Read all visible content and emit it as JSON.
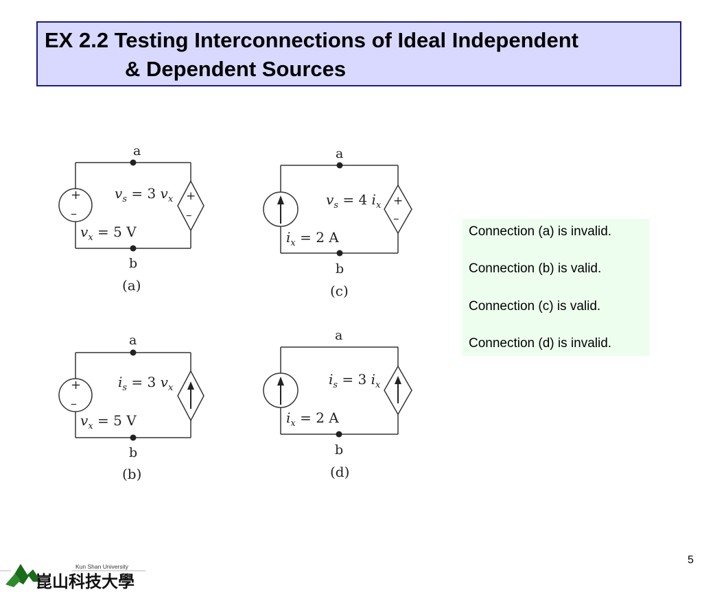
{
  "title": {
    "line1": "EX 2.2 Testing Interconnections of Ideal Independent",
    "line2": "& Dependent Sources"
  },
  "circuits": {
    "a": {
      "node_top": "a",
      "node_bottom": "b",
      "caption": "(a)",
      "src_var": "v",
      "src_sub": "s",
      "src_eq": " = 3 ",
      "src_ctrl": "v",
      "src_ctrl_sub": "x",
      "ind_var": "v",
      "ind_sub": "x",
      "ind_eq": " = 5 V"
    },
    "b": {
      "node_top": "a",
      "node_bottom": "b",
      "caption": "(b)",
      "src_var": "i",
      "src_sub": "s",
      "src_eq": " = 3 ",
      "src_ctrl": "v",
      "src_ctrl_sub": "x",
      "ind_var": "v",
      "ind_sub": "x",
      "ind_eq": " = 5 V"
    },
    "c": {
      "node_top": "a",
      "node_bottom": "b",
      "caption": "(c)",
      "src_var": "v",
      "src_sub": "s",
      "src_eq": " = 4 ",
      "src_ctrl": "i",
      "src_ctrl_sub": "x",
      "ind_var": "i",
      "ind_sub": "x",
      "ind_eq": " = 2 A"
    },
    "d": {
      "node_top": "a",
      "node_bottom": "b",
      "caption": "(d)",
      "src_var": "i",
      "src_sub": "s",
      "src_eq": " = 3 ",
      "src_ctrl": "i",
      "src_ctrl_sub": "x",
      "ind_var": "i",
      "ind_sub": "x",
      "ind_eq": " = 2 A"
    }
  },
  "results": [
    "Connection (a) is invalid.",
    "Connection (b) is valid.",
    "Connection (c) is valid.",
    "Connection (d) is invalid."
  ],
  "page_number": "5",
  "logo": {
    "english": "Kun Shan University",
    "chinese": "崑山科技大學"
  },
  "colors": {
    "title_bg": "#d9d9ff",
    "title_border": "#1a1a80",
    "result_bg": "#eefeee"
  }
}
